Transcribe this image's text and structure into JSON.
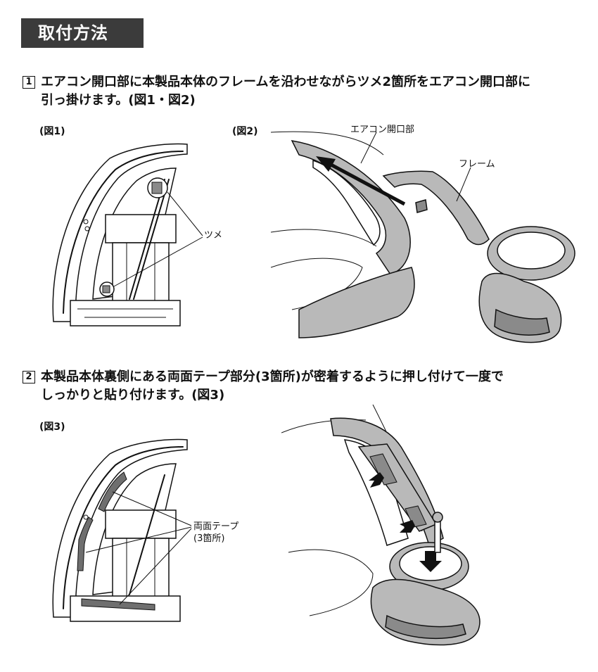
{
  "title": "取付方法",
  "step1": {
    "number": "1",
    "line1": "エアコン開口部に本製品本体のフレームを沿わせながらツメ2箇所をエアコン開口部に",
    "line2": "引っ掛けます。(図1・図2)"
  },
  "step2": {
    "number": "2",
    "line1": "本製品本体裏側にある両面テープ部分(3箇所)が密着するように押し付けて一度で",
    "line2": "しっかりと貼り付けます。(図3)"
  },
  "figures": {
    "fig1_label": "(図1)",
    "fig2_label": "(図2)",
    "fig3_label": "(図3)",
    "tsume_label": "ツメ",
    "aircon_opening_label": "エアコン開口部",
    "frame_label": "フレーム",
    "tape_label_1": "両面テープ",
    "tape_label_2": "(3箇所)"
  }
}
